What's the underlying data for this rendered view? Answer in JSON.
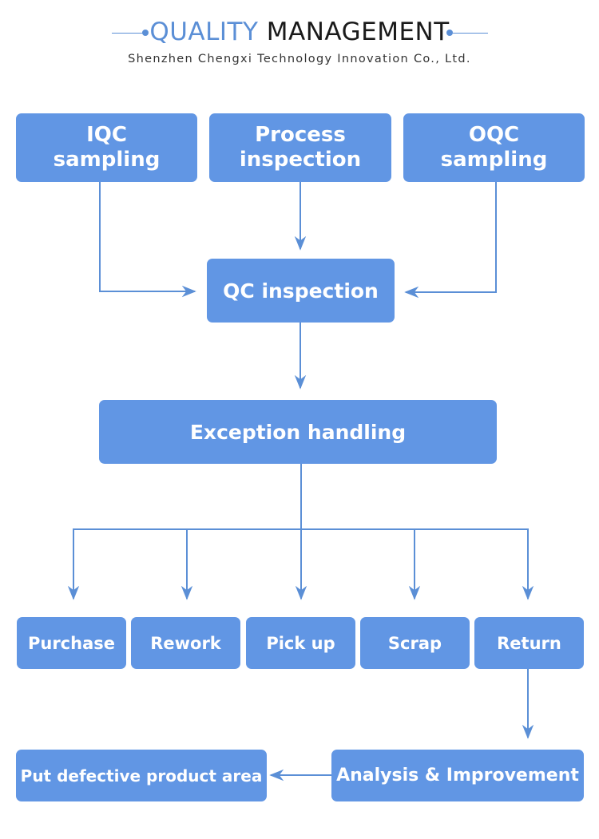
{
  "header": {
    "title_part1": "QUALITY",
    "title_part2": "MANAGEMENT",
    "subtitle": "Shenzhen Chengxi Technology Innovation Co., Ltd."
  },
  "colors": {
    "accent": "#6196e4",
    "line": "#5b8fd6",
    "text_on_box": "#ffffff"
  },
  "sources": {
    "iqc": "IQC\nsampling",
    "process": "Process\ninspection",
    "oqc": "OQC\nsampling"
  },
  "qc": "QC inspection",
  "exception": "Exception handling",
  "outcomes": [
    "Purchase",
    "Rework",
    "Pick up",
    "Scrap",
    "Return"
  ],
  "analysis": "Analysis  & Improvement",
  "defective": "Put defective product area"
}
